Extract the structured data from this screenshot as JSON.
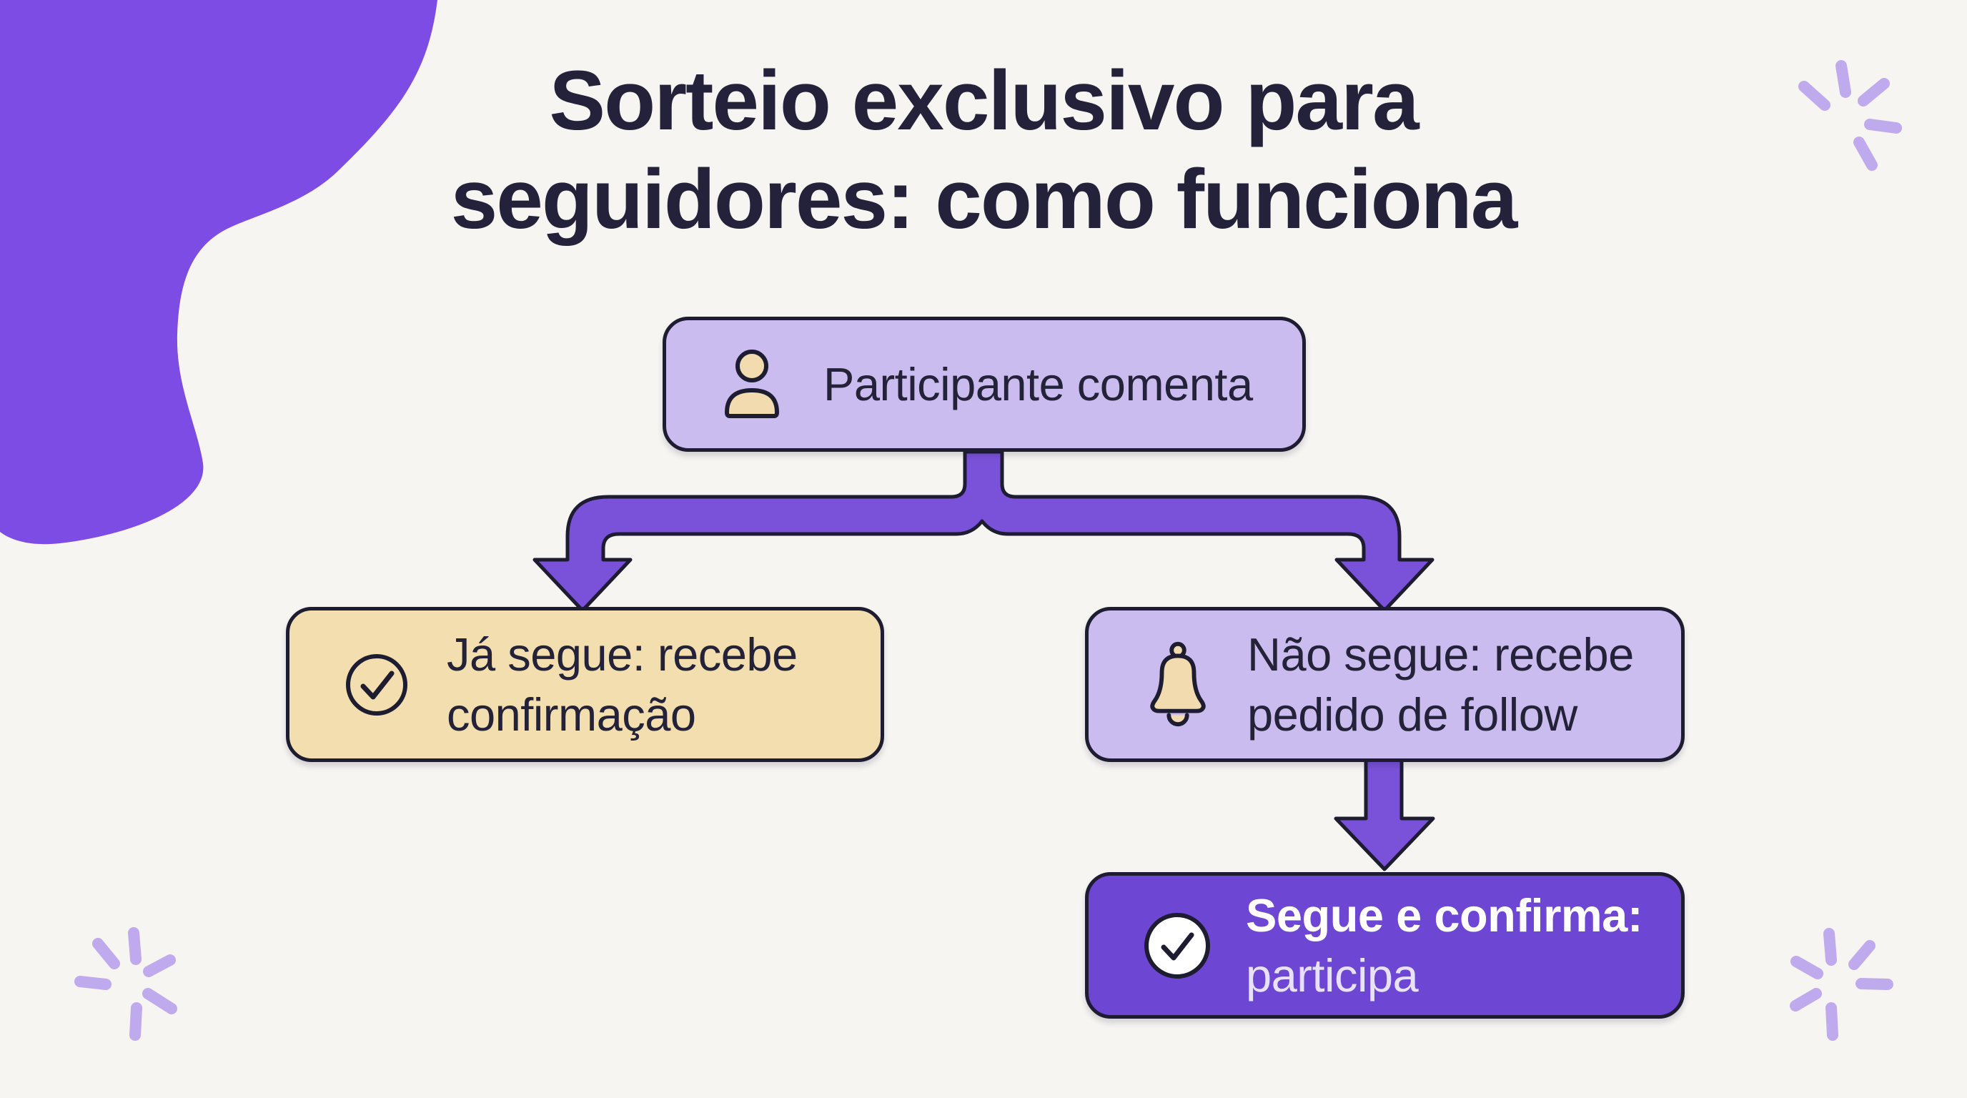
{
  "title": {
    "line1": "Sorteio exclusivo para",
    "line2": "seguidores: como funciona"
  },
  "flowchart": {
    "start_node": {
      "label": "Participante comenta",
      "icon": "person-icon"
    },
    "branch_left_node": {
      "line1": "Já segue: recebe",
      "line2": "confirmação",
      "icon": "check-circle-icon"
    },
    "branch_right_node": {
      "line1": "Não segue: recebe",
      "line2": "pedido de follow",
      "icon": "bell-icon"
    },
    "result_node": {
      "line1": "Segue e confirma:",
      "line2": "participa",
      "icon": "check-circle-filled-icon"
    }
  },
  "colors": {
    "background": "#f7f5f2",
    "title_text": "#23223a",
    "node_text_dark": "#232238",
    "node_text_light": "#ffffff",
    "lavender_node_fill": "#cbbcef",
    "tan_node_fill": "#f2deae",
    "purple_node_fill": "#6d47d3",
    "arrow_fill": "#7a52da",
    "outline": "#1d1c30",
    "corner_blob": "#7c4ce4",
    "sparkle": "#bfaaed",
    "icon_fill": "#f2dbae"
  }
}
